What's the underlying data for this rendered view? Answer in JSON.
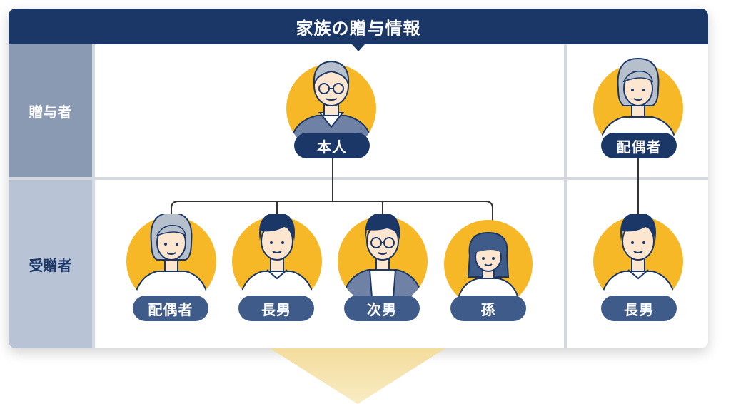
{
  "title": "家族の贈与情報",
  "rows": {
    "giver": "贈与者",
    "receiver": "受贈者"
  },
  "people": {
    "self": "本人",
    "spouse_giver": "配偶者",
    "spouse_receiver": "配偶者",
    "eldest_son": "長男",
    "second_son": "次男",
    "grandchild": "孫",
    "eldest_son_right": "長男"
  },
  "colors": {
    "header": "#1b3768",
    "circle": "#f6b826",
    "badge_dark": "#1b3768",
    "badge_mid": "#3e5b8a"
  }
}
